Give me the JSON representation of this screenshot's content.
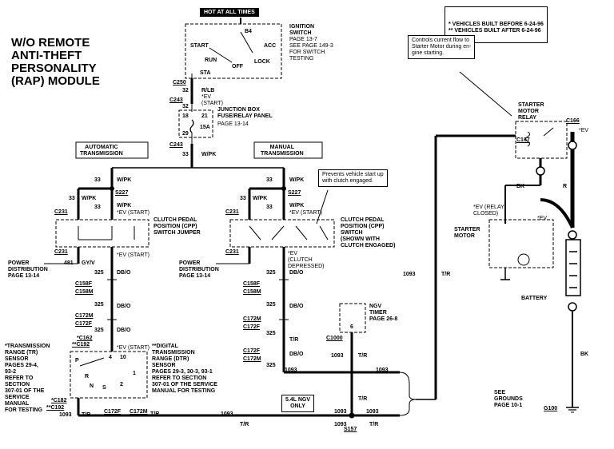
{
  "title": [
    "W/O REMOTE",
    "ANTI-THEFT",
    "PERSONALITY",
    "(RAP) MODULE"
  ],
  "hot_label": "HOT AT ALL TIMES",
  "legend": [
    "* VEHICLES BUILT BEFORE 6-24-96",
    "** VEHICLES BUILT AFTER 6-24-96"
  ],
  "ignition": {
    "title": "IGNITION\nSWITCH",
    "page": "PAGE 13-7\nSEE PAGE 149-3\nFOR SWITCH\nTESTING",
    "b4": "B4",
    "start": "START",
    "acc": "ACC",
    "run": "RUN",
    "off": "OFF",
    "lock": "LOCK",
    "sta": "STA"
  },
  "callout_starter": "Controls current flow to\nStarter Motor during en-\ngine starting.",
  "callout_clutch": "Prevents vehicle start up\nwith clutch engaged.",
  "connectors": {
    "c250": "C250",
    "c243a": "C243",
    "c243b": "C243",
    "c231a": "C231",
    "c231b": "C231",
    "c231c": "C231",
    "c231d": "C231",
    "s227a": "S227",
    "s227b": "S227",
    "c158f_a": "C158F",
    "c158m_a": "C158M",
    "c158f_b": "C158F",
    "c158m_b": "C158M",
    "c172m_a": "C172M",
    "c172f_a": "C172F",
    "c172m_b": "C172M",
    "c172f_b": "C172F",
    "c172f_c": "C172F",
    "c172m_c": "C172M",
    "c162": "*C162",
    "c192": "**C192",
    "c182": "*C182",
    "c192b": "**C192",
    "c172f_d": "C172F",
    "c172m_d": "C172M",
    "c1000": "C1000",
    "s157": "S157",
    "c167": "C167",
    "c166": "C166",
    "g100": "G100"
  },
  "wires": {
    "n32a": "32",
    "rlb": "R/LB",
    "ev_start": "*EV\n(START)",
    "n32b": "32",
    "n33a": "33",
    "n33b": "33",
    "wpk_a": "W/PK",
    "n33c": "33",
    "wpk_b": "W/PK",
    "n33d": "33",
    "wpk_c": "W/PK",
    "n33e": "33",
    "wpk_d": "W/PK",
    "n33f": "33",
    "wpk_e": "W/PK",
    "n33g": "33",
    "wpk_f": "W/PK",
    "n33h": "33",
    "wpk_g": "W/PK",
    "ev1": "*EV (START)",
    "ev2": "*EV (START)",
    "ev3": "*EV (START)",
    "ev4": "*EV\n(CLUTCH\nDEPRESSED)",
    "n481": "481",
    "gyv": "GY/V",
    "n325a": "325",
    "dbo_a": "DB/O",
    "n325b": "325",
    "dbo_b": "DB/O",
    "n325c": "325",
    "dbo_c": "DB/O",
    "n325d": "325",
    "dbo_d": "DB/O",
    "n325e": "325",
    "dbo_e": "DB/O",
    "n325f": "325",
    "dbo_f": "DB/O",
    "n325g": "325",
    "dbo_g": "DB/O",
    "ev5": "*EV (START)",
    "n1093a": "1093",
    "tr_a": "T/R",
    "n1093b": "1093",
    "tr_b": "T/R",
    "n1093c": "1093",
    "tr_c": "T/R",
    "n1093d": "1093",
    "tr_d": "T/R",
    "n1093e": "1093",
    "tr_e": "T/R",
    "n1093f": "1093",
    "tr_f": "T/R",
    "n1093g": "1093",
    "n1093h": "1093",
    "tr_g": "T/R",
    "n1093i": "1093",
    "tr_h": "T/R",
    "bk_a": "BK",
    "r_a": "R",
    "bk_b": "BK",
    "ev_relay": "*EV (RELAY\nCLOSED)",
    "ev_c166": "*EV",
    "ev_m": "*EV"
  },
  "junction": {
    "title": "JUNCTION BOX\nFUSE/RELAY PANEL",
    "page": "PAGE 13-14",
    "f18": "18",
    "f21": "21",
    "f29": "29",
    "f15a": "15A"
  },
  "auto_trans": "AUTOMATIC\nTRANSMISSION",
  "man_trans": "MANUAL\nTRANSMISSION",
  "cpp_jumper": "CLUTCH PEDAL\nPOSITION (CPP)\nSWITCH JUMPER",
  "cpp_switch": "CLUTCH PEDAL\nPOSITION (CPP)\nSWITCH\n(SHOWN WITH\nCLUTCH ENGAGED)",
  "power_dist_a": "POWER\nDISTRIBUTION\nPAGE 13-14",
  "power_dist_b": "POWER\nDISTRIBUTION\nPAGE 13-14",
  "tr_sensor": "*TRANSMISSION\nRANGE (TR)\nSENSOR\nPAGES 29-4,\n93-2\nREFER TO\nSECTION\n307-01 OF THE\nSERVICE\nMANUAL\nFOR TESTING",
  "dtr_sensor": "**DIGITAL\nTRANSMISSION\nRANGE (DTR)\nSENSOR\nPAGES 29-3, 30-3, 93-1\nREFER TO SECTION\n307-01 OF THE SERVICE\nMANUAL FOR TESTING",
  "ngv_timer": "NGV\nTIMER\nPAGE 26-8",
  "ngv_only": "5.4L NGV\nONLY",
  "starter_relay": "STARTER\nMOTOR\nRELAY",
  "starter_motor": "STARTER\nMOTOR",
  "battery": "BATTERY",
  "grounds": "SEE\nGROUNDS\nPAGE 10-1",
  "pins": {
    "p6": "6",
    "pn": "N",
    "pr": "R",
    "pp": "P",
    "p10": "10",
    "p4": "4",
    "p1": "1",
    "p2": "2",
    "ps": "S"
  }
}
